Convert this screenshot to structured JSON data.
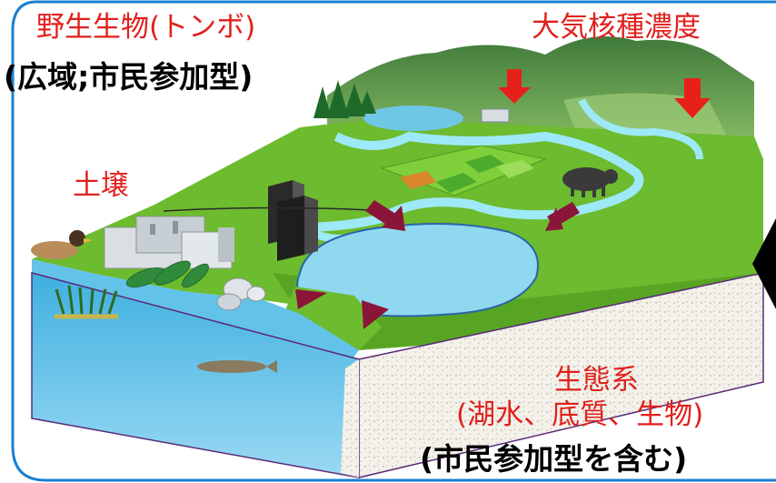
{
  "labels": {
    "wildlife": "野生生物(トンボ)",
    "wildlife_sub": "(広域;市民参加型)",
    "atmosphere": "大気核種濃度",
    "soil": "土壌",
    "ecosystem": "生態系",
    "ecosystem_sub": "(湖水、底質、生物)",
    "citizen": "(市民参加型を含む)"
  },
  "colors": {
    "frame": "#1a7fd0",
    "label_red": "#e0201c",
    "label_black": "#000000",
    "arrow_red": "#e8201a",
    "arrow_maroon": "#8b1538",
    "water": "#8fd8ef",
    "land": "#6dbb2e",
    "mountain": "#4f8f43"
  },
  "icons": [
    "deposition-arrow-icon",
    "flow-arrow-icon",
    "pig-icon",
    "factory-icon",
    "building-icon",
    "tree-icon",
    "duck-icon",
    "fish-icon",
    "reed-icon",
    "leaf-icon",
    "dish-icon"
  ]
}
